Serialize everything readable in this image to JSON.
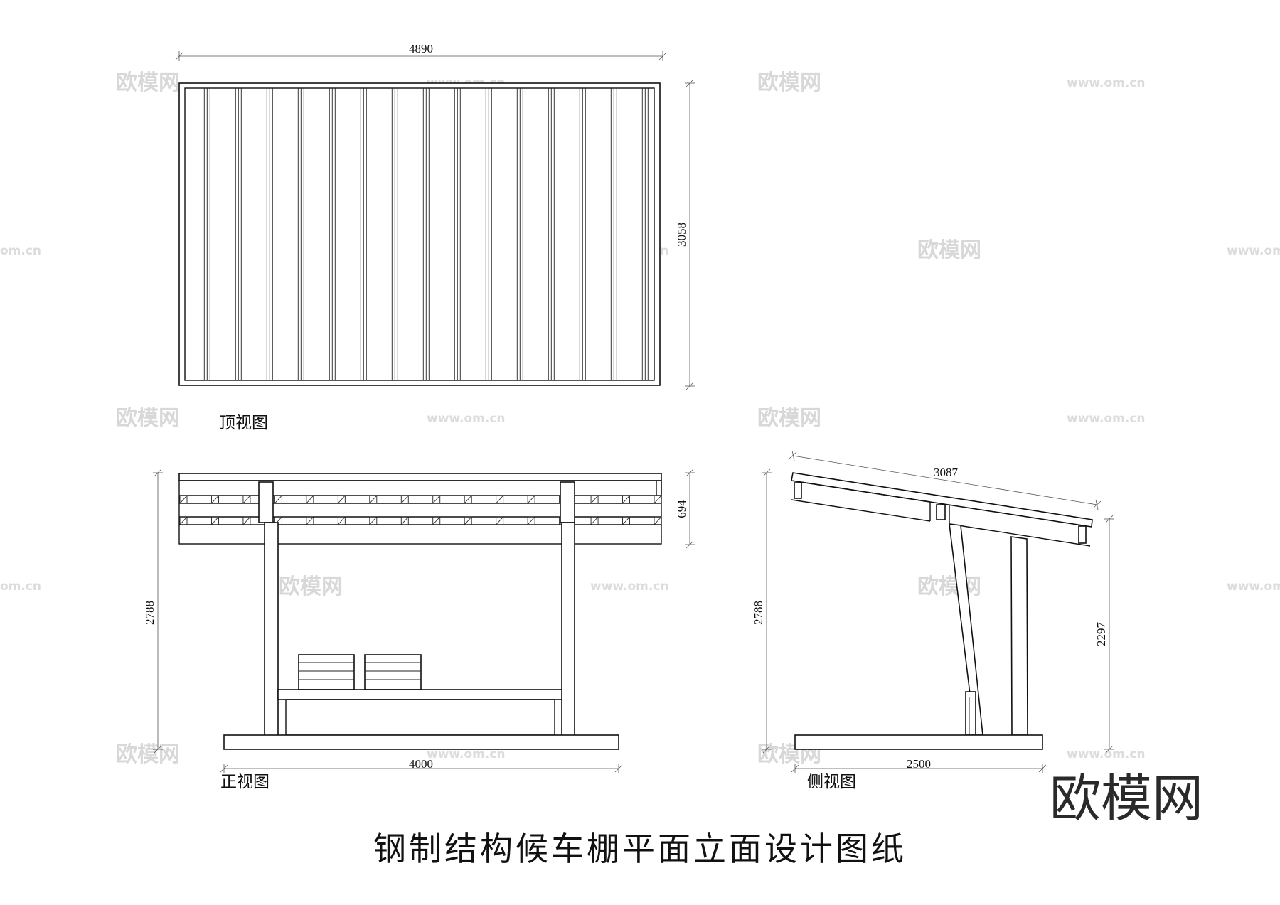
{
  "title": "钢制结构候车棚平面立面设计图纸",
  "brand_logo": "欧模网",
  "watermark": {
    "brand": "欧模网",
    "url": "www.om.cn",
    "url_partial": "om.cn"
  },
  "top_view": {
    "label": "顶视图",
    "width_dim": "4890",
    "depth_dim": "3058"
  },
  "front_view": {
    "label": "正视图",
    "width_dim": "4000",
    "height_dim": "2788",
    "roof_dim": "694"
  },
  "side_view": {
    "label": "侧视图",
    "roof_len_dim": "3087",
    "width_dim": "2500",
    "height_dim": "2788",
    "low_height_dim": "2297"
  }
}
